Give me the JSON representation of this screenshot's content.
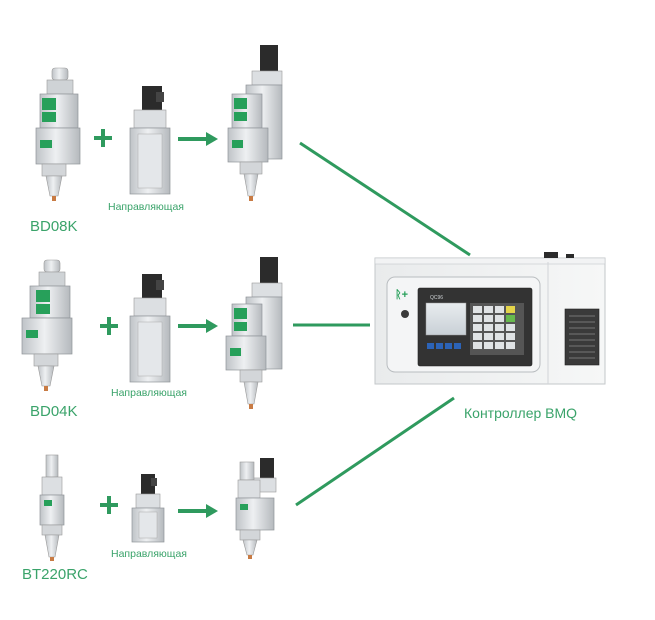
{
  "rows": [
    {
      "head_label": "BD08K",
      "guide_label": "Направляющая"
    },
    {
      "head_label": "BD04K",
      "guide_label": "Направляющая"
    },
    {
      "head_label": "BT220RC",
      "guide_label": "Направляющая"
    }
  ],
  "controller": {
    "label": "Контроллер BMQ",
    "panel_logo": "ᚱ+",
    "panel_model": "QC96"
  },
  "colors": {
    "accent_green": "#2f9a5e",
    "label_green": "#3aa36a",
    "module_green": "#27a05a",
    "metal": "#d9dcdf",
    "body_dark": "#2b2b2b"
  },
  "icons": {
    "plus": "plus-icon",
    "arrow": "arrow-right-icon",
    "fan": "cooling-fan-icon"
  }
}
